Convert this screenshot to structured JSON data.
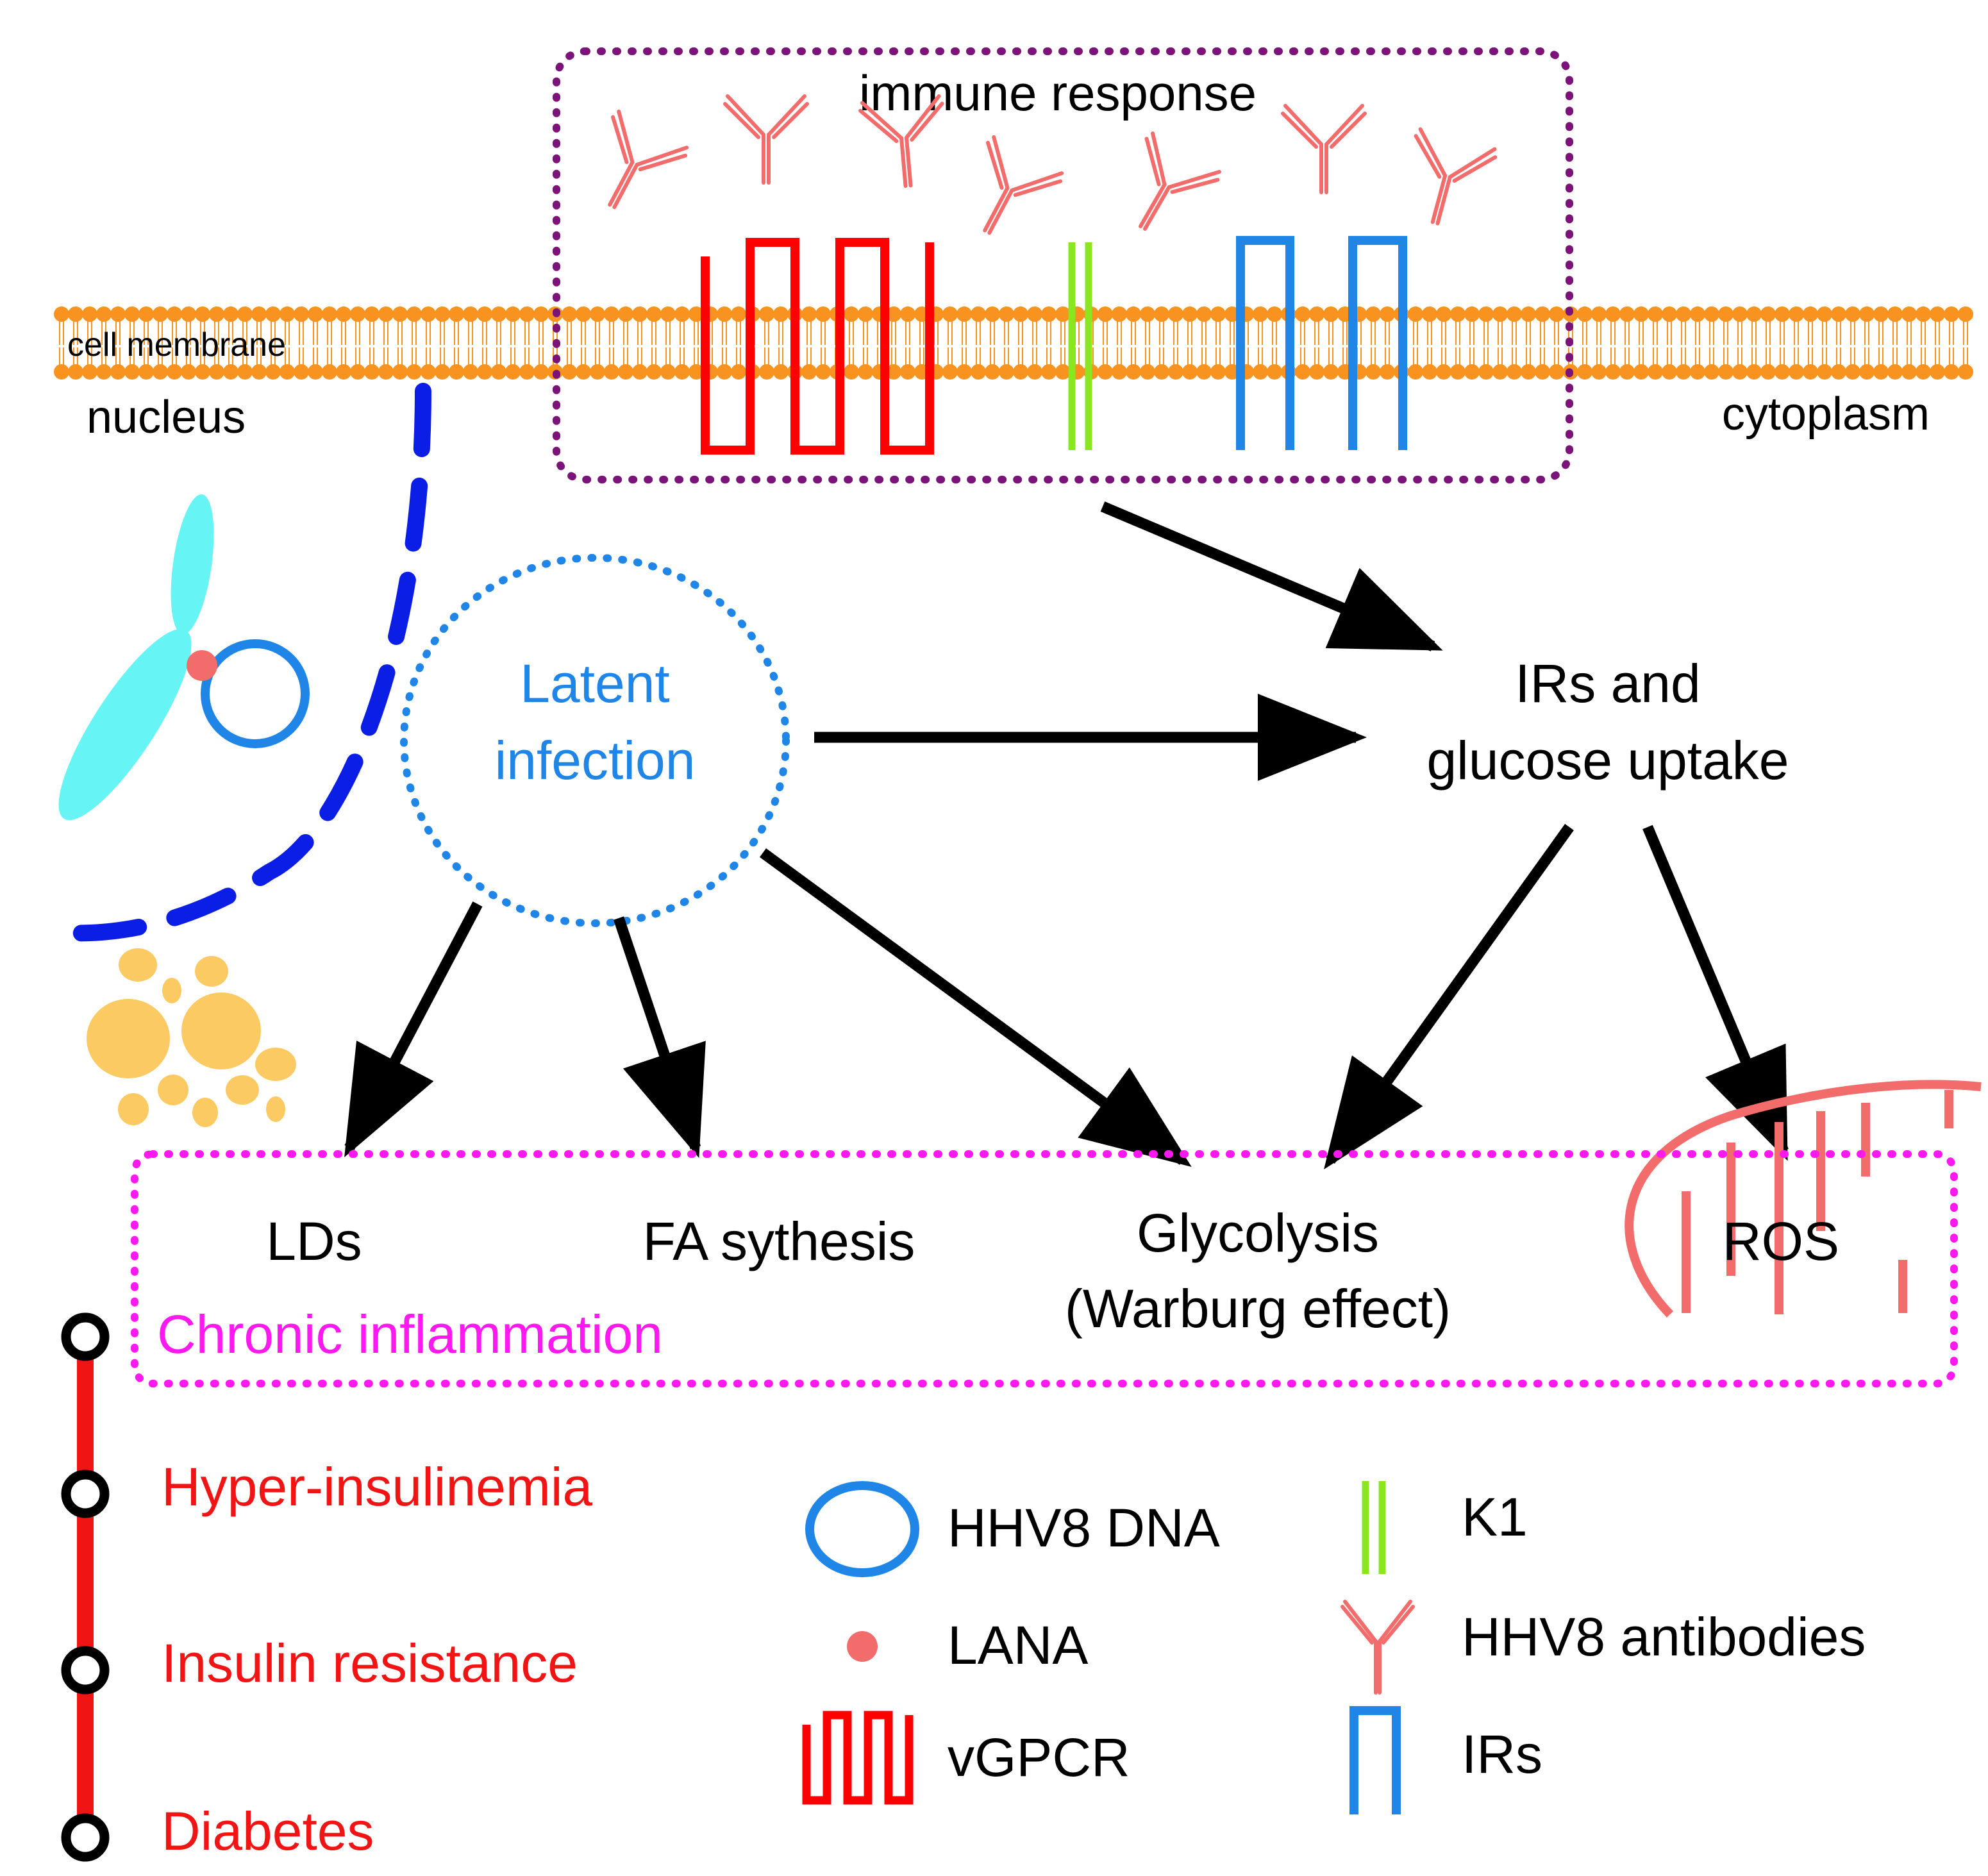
{
  "labels": {
    "immune_response": "immune response",
    "cell_membrane": "cell membrane",
    "nucleus": "nucleus",
    "cytoplasm": "cytoplasm",
    "latent_line1": "Latent",
    "latent_line2": "infection",
    "irs_line1": "IRs and",
    "irs_line2": "glucose uptake",
    "lds": "LDs",
    "fa": "FA sythesis",
    "glyco_line1": "Glycolysis",
    "glyco_line2": "(Warburg effect)",
    "ros": "ROS",
    "chronic": "Chronic inflammation"
  },
  "timeline": [
    {
      "label": "Hyper-insulinemia"
    },
    {
      "label": "Insulin resistance"
    },
    {
      "label": "Diabetes"
    }
  ],
  "legend": {
    "hhv8_dna": "HHV8 DNA",
    "lana": "LANA",
    "vgpcr": "vGPCR",
    "k1": "K1",
    "antibodies": "HHV8 antibodies",
    "irs": "IRs"
  },
  "colors": {
    "membrane": "#f7931e",
    "immune_box": "#7b1479",
    "antibody": "#f26c6c",
    "vgpcr": "#ff0000",
    "k1": "#8ae61e",
    "irs": "#1f86e8",
    "latent": "#1f86e8",
    "nuclear_envelope": "#0b1ee6",
    "chromatin": "#66f4f4",
    "lana": "#f26c6c",
    "lipid": "#fcca62",
    "chronic_box": "#ff18f0",
    "mito": "#f26c6c",
    "timeline_red": "#f01414",
    "arrow": "#000000"
  }
}
